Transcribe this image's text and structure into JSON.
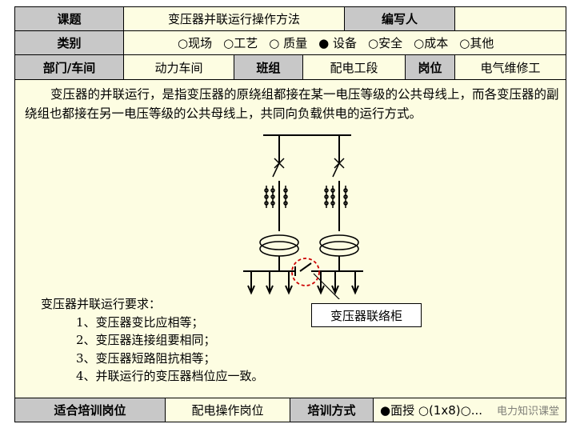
{
  "header": {
    "topic_label": "课题",
    "topic_value": "变压器并联运行操作方法",
    "author_label": "编写人",
    "author_value": "",
    "category_label": "类别",
    "category_options": [
      {
        "mark": "○",
        "label": "现场",
        "checked": false
      },
      {
        "mark": "○",
        "label": "工艺",
        "checked": false
      },
      {
        "mark": "○",
        "label": "质量",
        "checked": false
      },
      {
        "mark": "●",
        "label": "设备",
        "checked": true
      },
      {
        "mark": "○",
        "label": "安全",
        "checked": false
      },
      {
        "mark": "○",
        "label": "成本",
        "checked": false
      },
      {
        "mark": "○",
        "label": "其他",
        "checked": false
      }
    ],
    "dept_label": "部门/车间",
    "dept_value": "动力车间",
    "team_label": "班组",
    "team_value": "配电工段",
    "post_label": "岗位",
    "post_value": "电气维修工"
  },
  "content": {
    "paragraph": "变压器的并联运行，是指变压器的原绕组都接在某一电压等级的公共母线上，而各变压器的副绕组也都接在另一电压等级的公共母线上，共同向负载供电的运行方式。",
    "callout": "变压器联络柜",
    "requirements_title": "变压器并联运行要求：",
    "requirements": [
      "1、变压器变比应相等；",
      "2、变压器连接组要相同；",
      "3、变压器短路阻抗相等；",
      "4、并联运行的变压器档位应一致。"
    ]
  },
  "footer": {
    "post_label": "适合培训岗位",
    "post_value": "配电操作岗位",
    "method_label": "培训方式",
    "method_value": "●面授 ○(1x8)○...",
    "watermark": "电力知识课堂"
  },
  "colors": {
    "background": "#fdfde2",
    "header_cell": "#c8c8c8",
    "highlight_circle": "#cc0000"
  }
}
